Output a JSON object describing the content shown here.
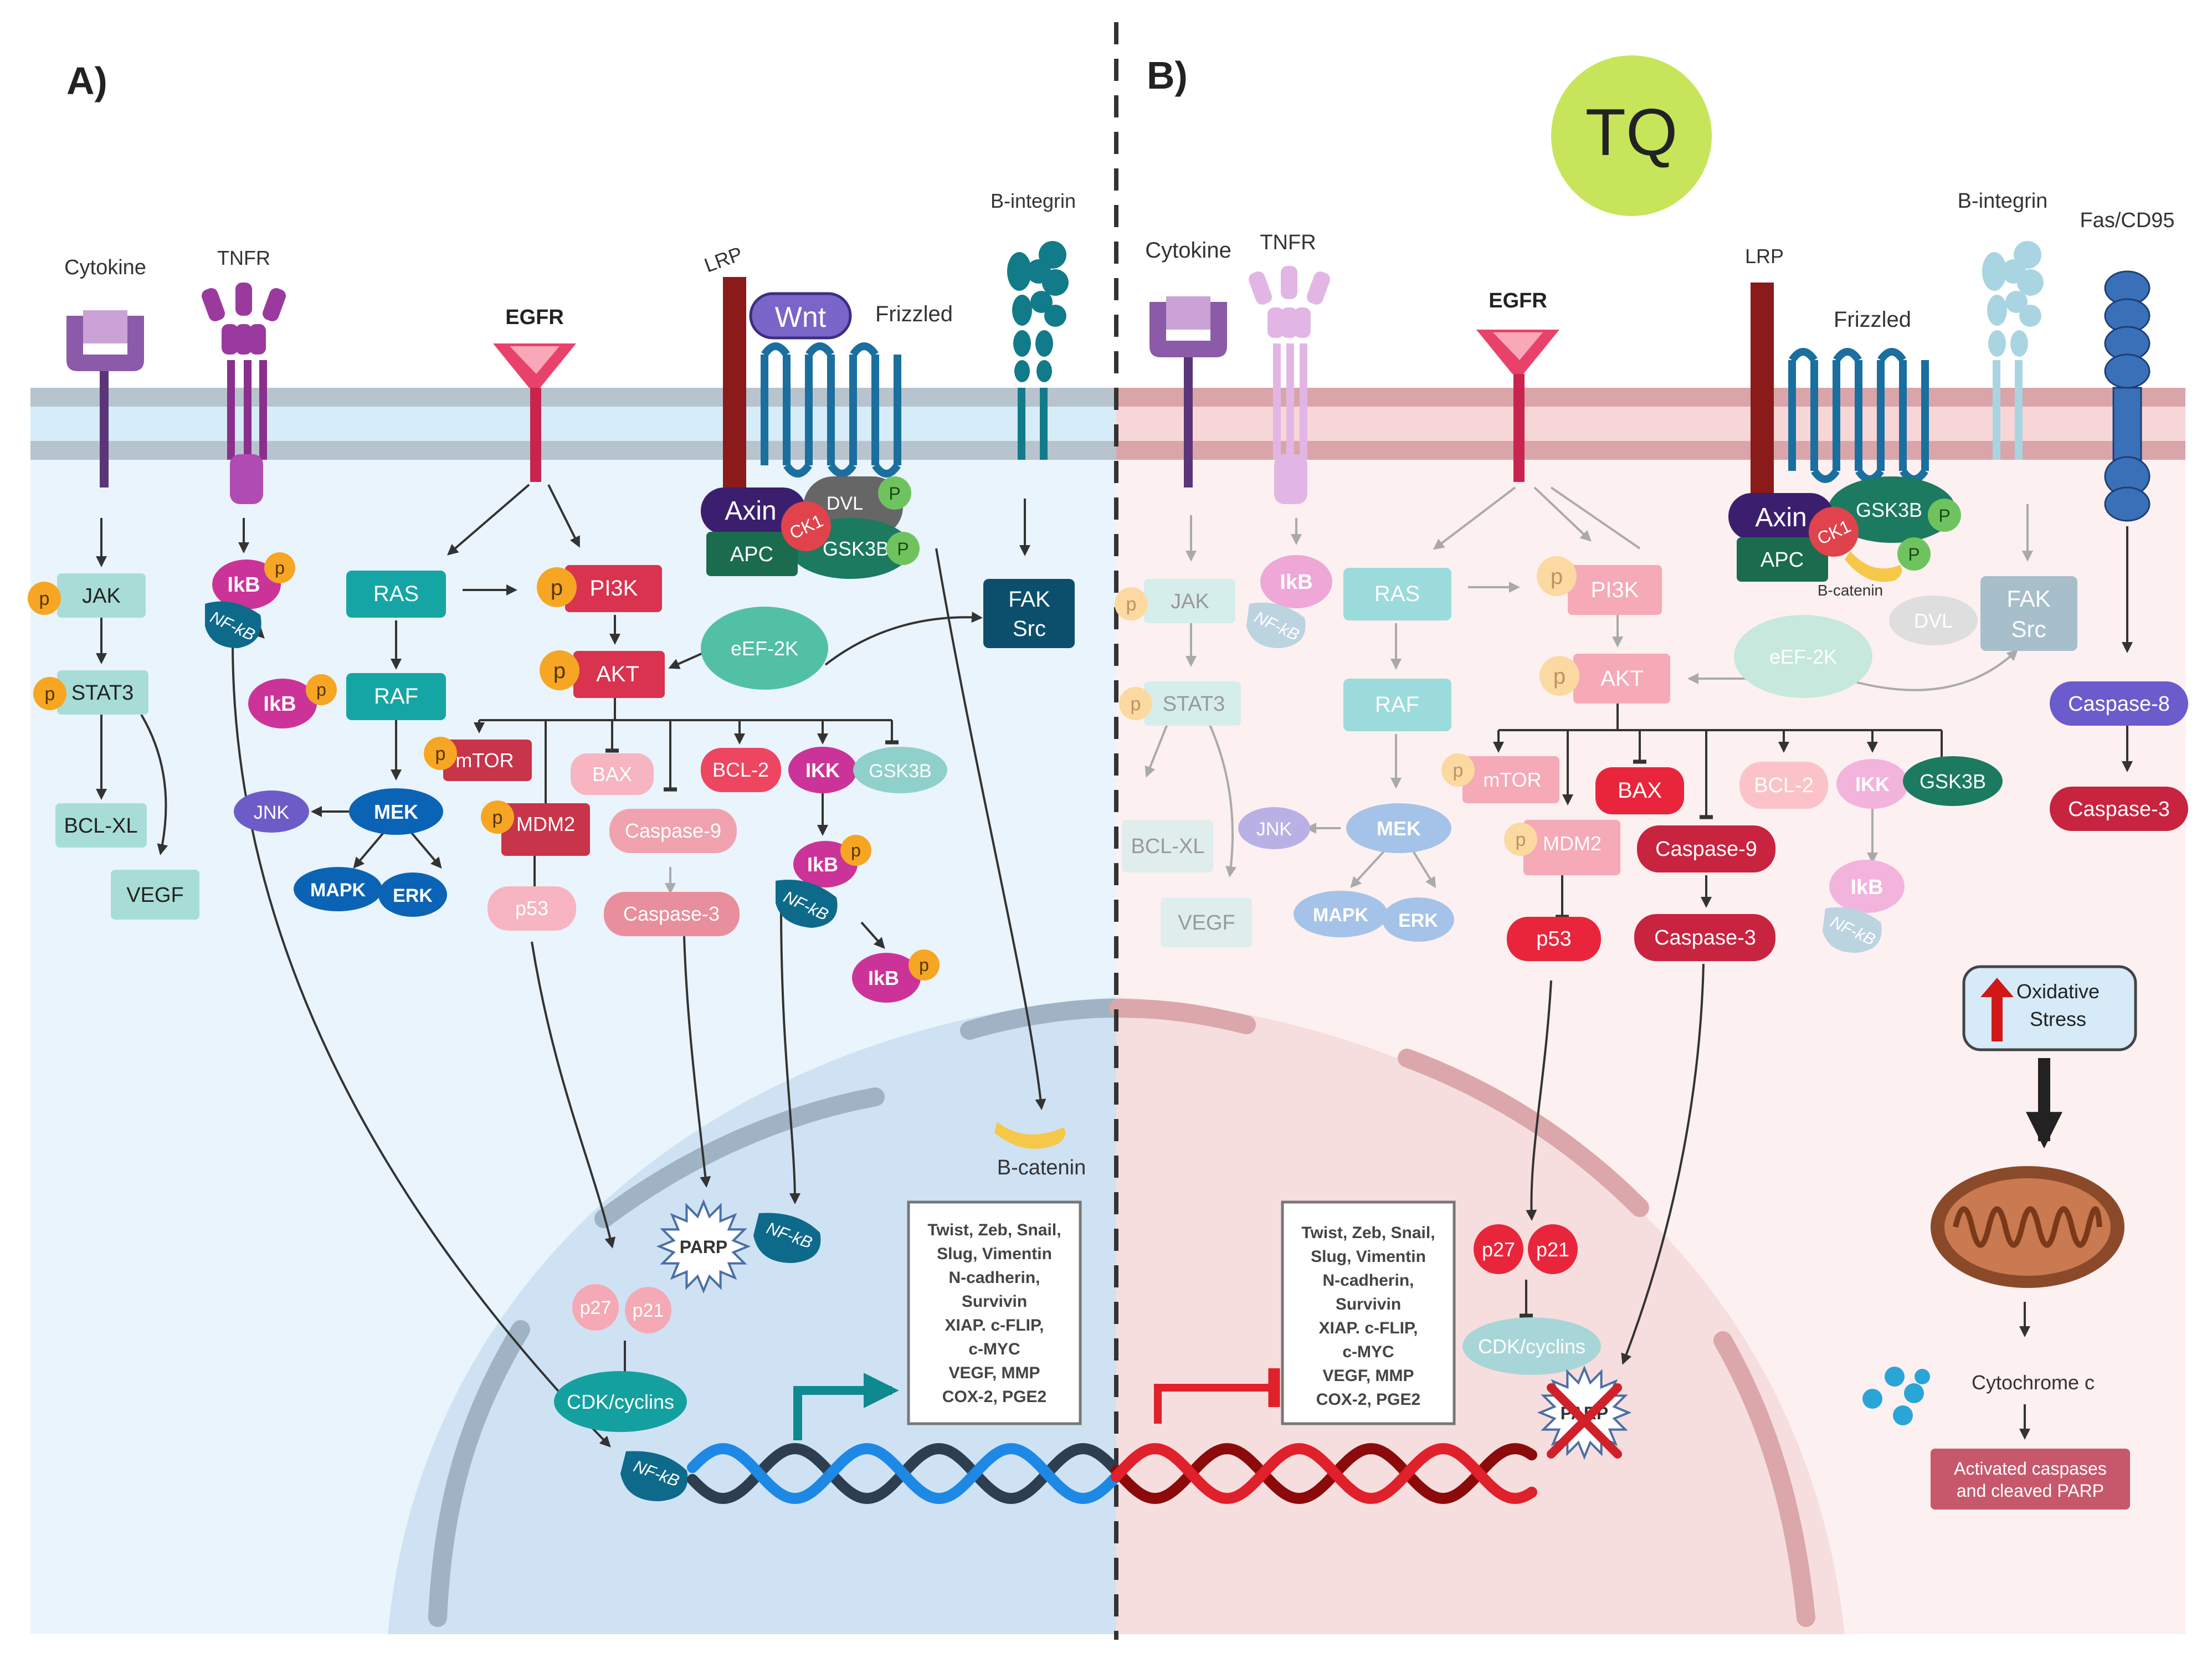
{
  "panel_a": {
    "label": "A)",
    "receptors": {
      "cytokine": "Cytokine",
      "tnfr": "TNFR",
      "egfr": "EGFR",
      "lrp": "LRP",
      "wnt": "Wnt",
      "frizzled": "Frizzled",
      "b_integrin": "B-integrin"
    },
    "nodes": {
      "jak": "JAK",
      "stat3": "STAT3",
      "bclxl": "BCL-XL",
      "vegf": "VEGF",
      "ikb1": "IkB",
      "nfkb1": "NF-kB",
      "ikb2": "IkB",
      "ras": "RAS",
      "raf": "RAF",
      "mek": "MEK",
      "jnk": "JNK",
      "mapk": "MAPK",
      "erk": "ERK",
      "pi3k": "PI3K",
      "akt": "AKT",
      "eef2k": "eEF-2K",
      "mtor": "mTOR",
      "mdm2": "MDM2",
      "p53": "p53",
      "bax": "BAX",
      "casp9": "Caspase-9",
      "casp3": "Caspase-3",
      "bcl2": "BCL-2",
      "ikk": "IKK",
      "gsk3b": "GSK3B",
      "ikb3": "IkB",
      "nfkb3": "NF-kB",
      "ikb4": "IkB",
      "axin": "Axin",
      "apc": "APC",
      "ck1": "CK1",
      "dvl": "DVL",
      "gsk3b_complex": "GSK3B",
      "fak": "FAK",
      "src": "Src",
      "bcatenin": "B-catenin",
      "parp": "PARP",
      "nfkb_nuc": "NF-kB",
      "p27": "p27",
      "p21": "p21",
      "cdk": "CDK/cyclins",
      "nfkb_dna": "NF-kB"
    },
    "genes": [
      "Twist, Zeb, Snail,",
      "Slug, Vimentin",
      "N-cadherin,",
      "Survivin",
      "XIAP. c-FLIP,",
      "c-MYC",
      "VEGF, MMP",
      "COX-2, PGE2"
    ]
  },
  "panel_b": {
    "label": "B)",
    "tq": "TQ",
    "receptors": {
      "cytokine": "Cytokine",
      "tnfr": "TNFR",
      "egfr": "EGFR",
      "lrp": "LRP",
      "frizzled": "Frizzled",
      "b_integrin": "B-integrin",
      "fas": "Fas/CD95"
    },
    "nodes": {
      "jak": "JAK",
      "stat3": "STAT3",
      "bclxl": "BCL-XL",
      "vegf": "VEGF",
      "ikb1": "IkB",
      "nfkb1": "NF-kB",
      "ras": "RAS",
      "raf": "RAF",
      "mek": "MEK",
      "jnk": "JNK",
      "mapk": "MAPK",
      "erk": "ERK",
      "pi3k": "PI3K",
      "akt": "AKT",
      "eef2k": "eEF-2K",
      "mtor": "mTOR",
      "mdm2": "MDM2",
      "p53": "p53",
      "bax": "BAX",
      "casp9": "Caspase-9",
      "casp3": "Caspase-3",
      "bcl2": "BCL-2",
      "ikk": "IKK",
      "gsk3b": "GSK3B",
      "ikb2": "IkB",
      "nfkb2": "NF-kB",
      "axin": "Axin",
      "apc": "APC",
      "ck1": "CK1",
      "gsk3b_complex": "GSK3B",
      "bcatenin": "B-catenin",
      "dvl": "DVL",
      "fak": "FAK",
      "src": "Src",
      "casp8": "Caspase-8",
      "casp3_ext": "Caspase-3",
      "oxidative": [
        "Oxidative",
        "Stress"
      ],
      "cytochrome": "Cytochrome c",
      "activated": [
        "Activated caspases",
        "and cleaved PARP"
      ],
      "p27": "p27",
      "p21": "p21",
      "cdk": "CDK/cyclins",
      "parp": "PARP"
    },
    "genes": [
      "Twist, Zeb, Snail,",
      "Slug, Vimentin",
      "N-cadherin,",
      "Survivin",
      "XIAP. c-FLIP,",
      "c-MYC",
      "VEGF, MMP",
      "COX-2, PGE2"
    ]
  },
  "phospho_label": "p",
  "phospho_label_caps": "P"
}
